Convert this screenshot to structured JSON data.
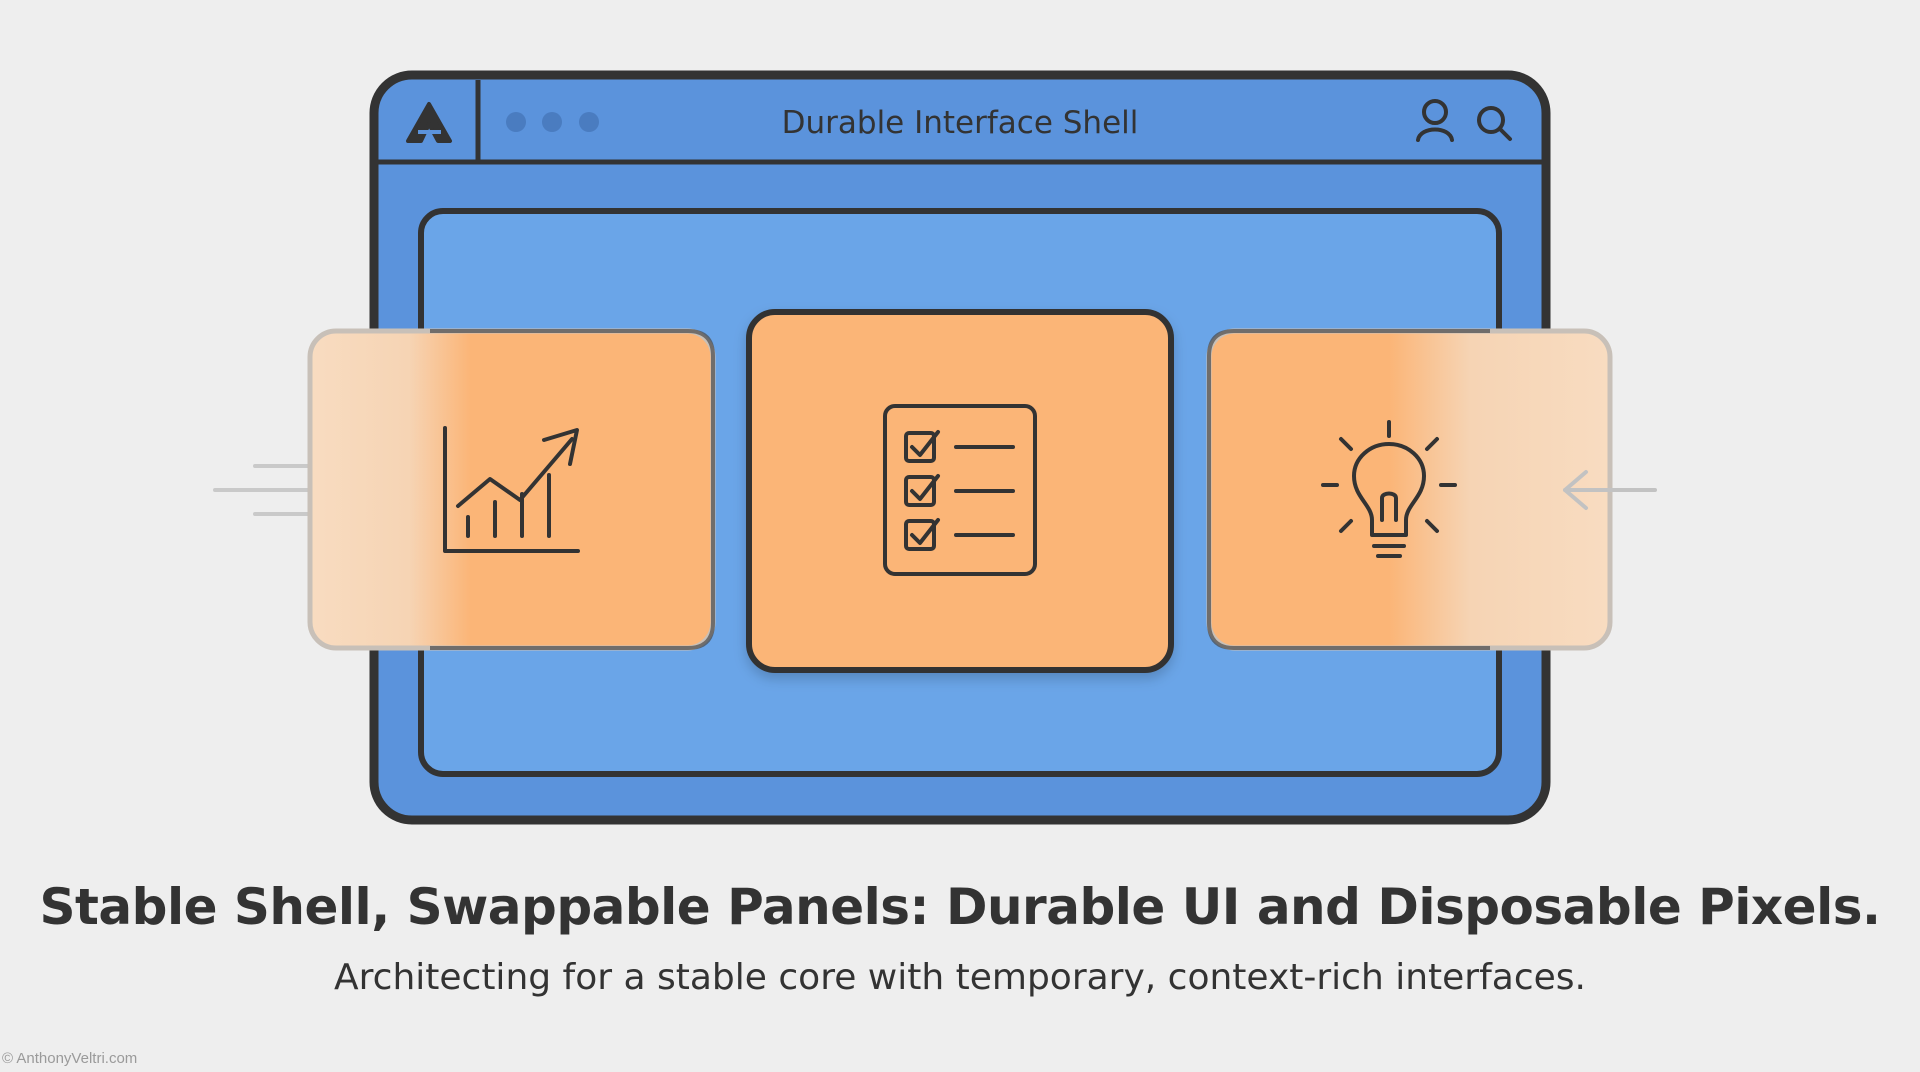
{
  "window": {
    "title": "Durable Interface Shell",
    "logo_icon": "a-logo-icon",
    "dots_icon": "three-dots-icon",
    "actions": [
      "user-icon",
      "search-icon"
    ]
  },
  "panels": [
    {
      "icon": "growth-chart-icon",
      "state": "sliding-out-left"
    },
    {
      "icon": "checklist-icon",
      "state": "active"
    },
    {
      "icon": "lightbulb-icon",
      "state": "sliding-in-right"
    }
  ],
  "caption": {
    "headline": "Stable Shell, Swappable Panels: Durable UI and Disposable Pixels.",
    "subline": "Architecting for a stable core with temporary, context-rich interfaces."
  },
  "credit": "© AnthonyVeltri.com",
  "colors": {
    "background": "#eeeeee",
    "shell_blue": "#5b93dc",
    "inner_blue": "#6aa5e8",
    "panel_orange": "#fbb577",
    "outline": "#333333"
  }
}
